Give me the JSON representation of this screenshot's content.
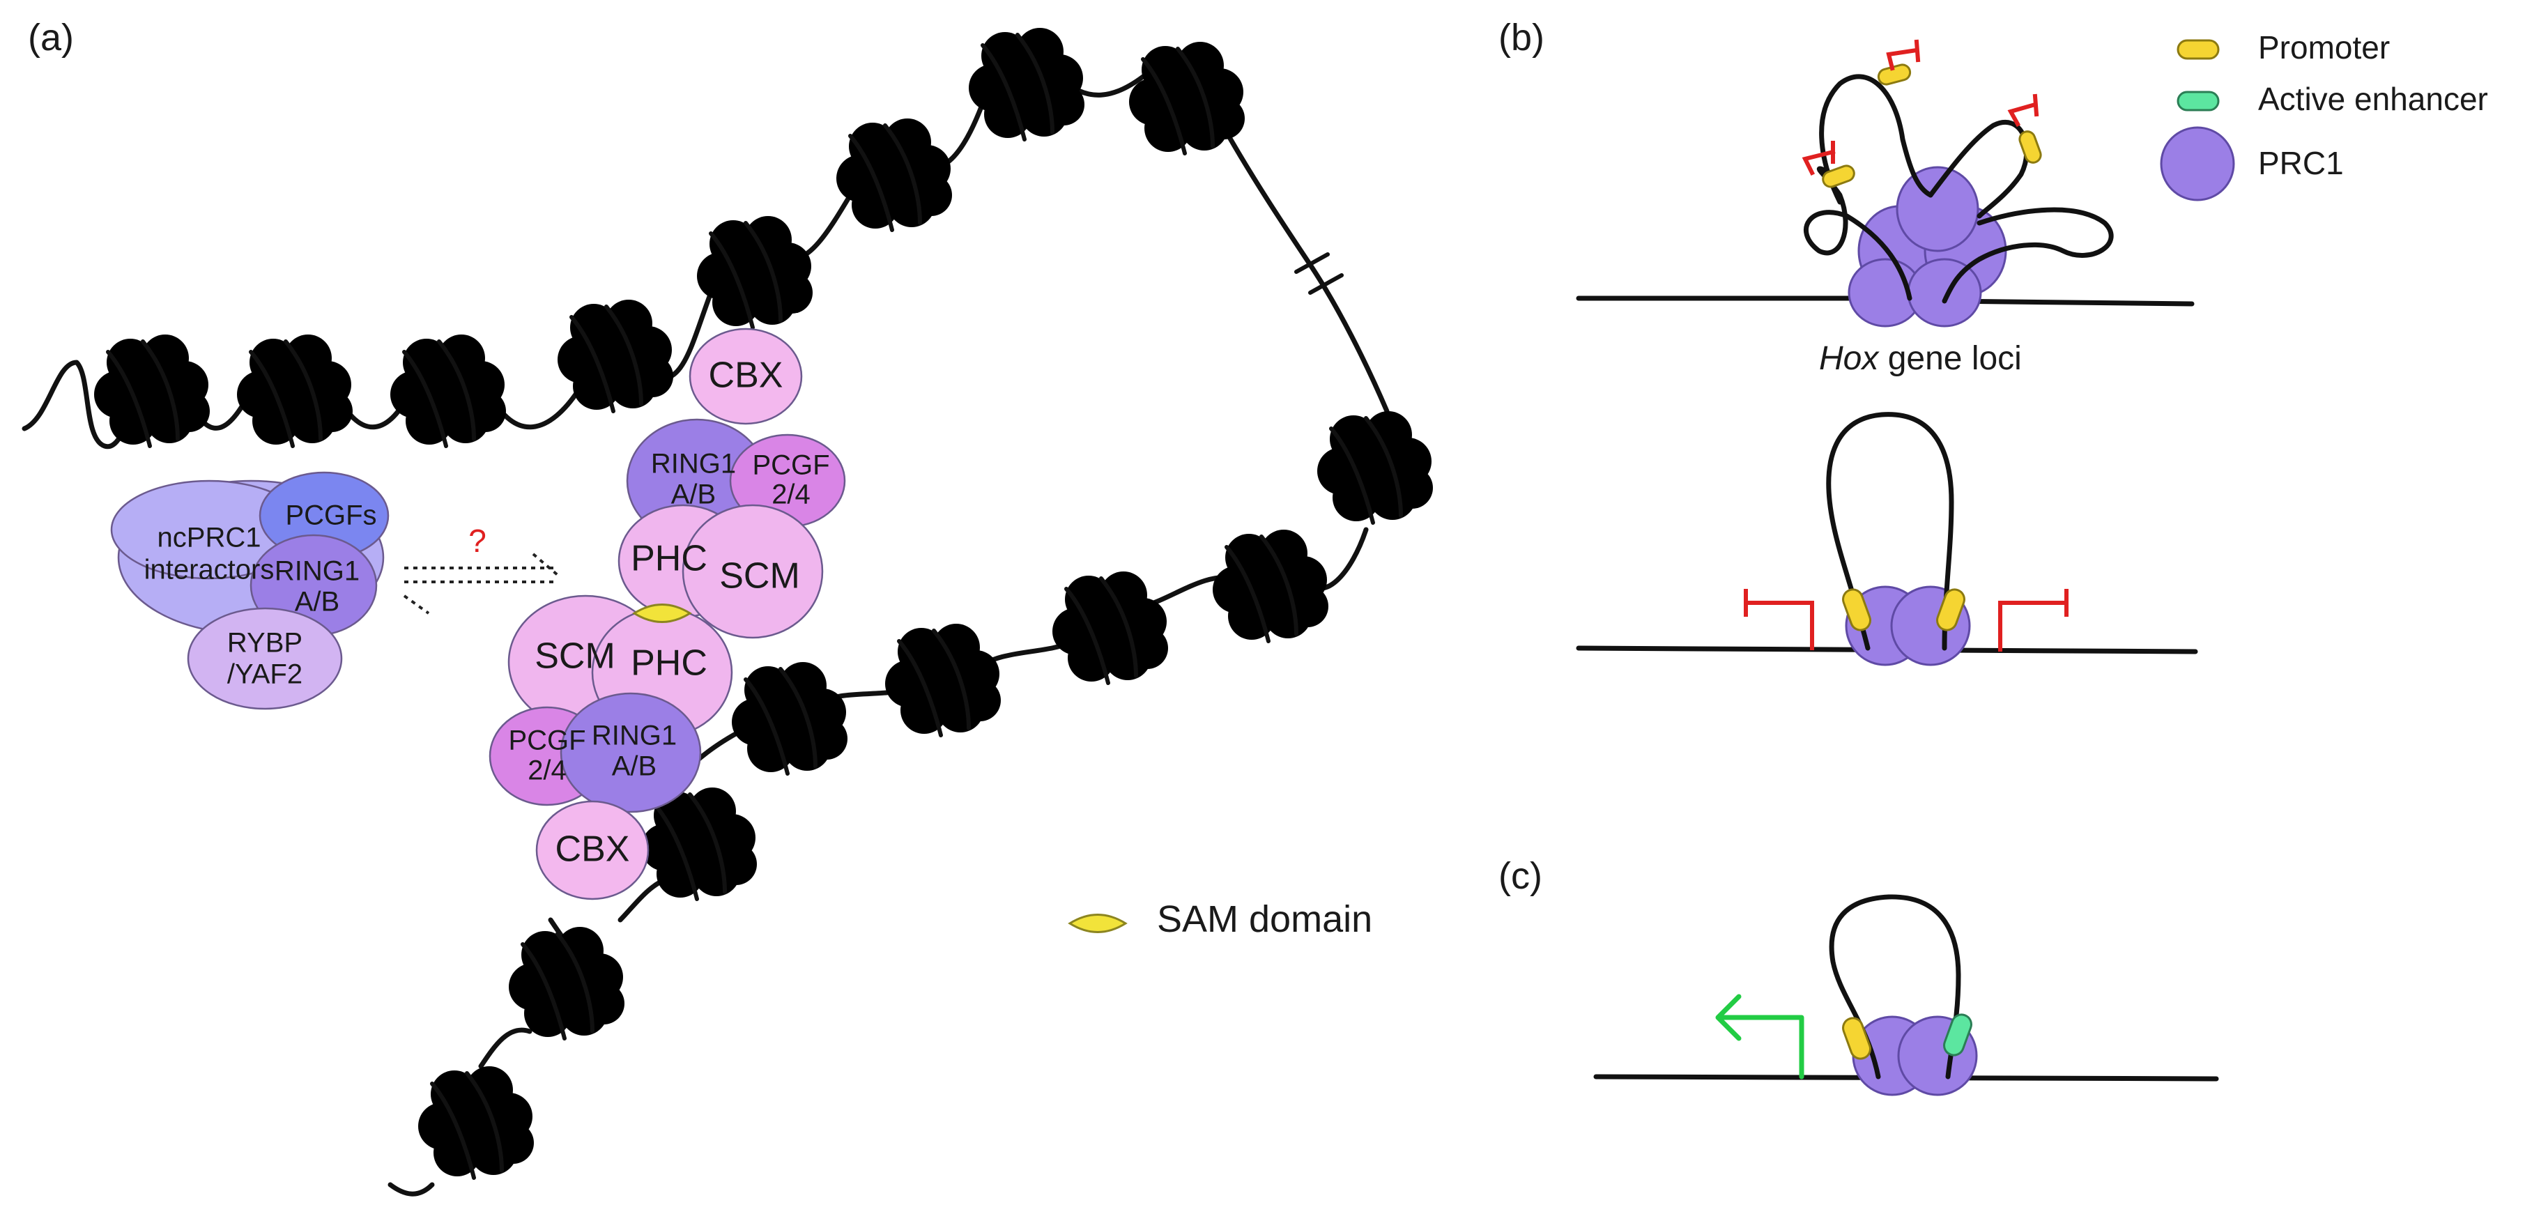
{
  "panel_labels": {
    "a": "(a)",
    "b": "(b)",
    "c": "(c)"
  },
  "complex_left": {
    "ncprc1_line1": "ncPRC1",
    "ncprc1_line2": "interactors",
    "pcgfs": "PCGFs",
    "ring1_line1": "RING1",
    "ring1_line2": "A/B",
    "rybp_line1": "RYBP",
    "rybp_line2": "/YAF2",
    "question": "?"
  },
  "cprc1": {
    "cbx": "CBX",
    "ring1_line1": "RING1",
    "ring1_line2": "A/B",
    "pcgf_line1": "PCGF",
    "pcgf_line2": "2/4",
    "phc": "PHC",
    "scm": "SCM"
  },
  "sam_legend": "SAM domain",
  "legend": {
    "promoter": "Promoter",
    "active_enhancer": "Active enhancer",
    "prc1": "PRC1"
  },
  "hox_label_italic": "Hox",
  "hox_label_rest": " gene loci",
  "colors": {
    "nucleosome": "#aab7cc",
    "cbx": "#f3b8ee",
    "ring1": "#9b7fe6",
    "pcgf": "#d985e6",
    "phc_scm": "#f0b6ee",
    "pcgfs_left": "#7b86f0",
    "ncprc1": "#b6aef5",
    "rybp": "#d2b4f2",
    "promoter": "#f5d532",
    "enhancer": "#5ce6a0",
    "prc1": "#9b7fe6",
    "repression": "#e02020",
    "activation": "#22cc44"
  }
}
